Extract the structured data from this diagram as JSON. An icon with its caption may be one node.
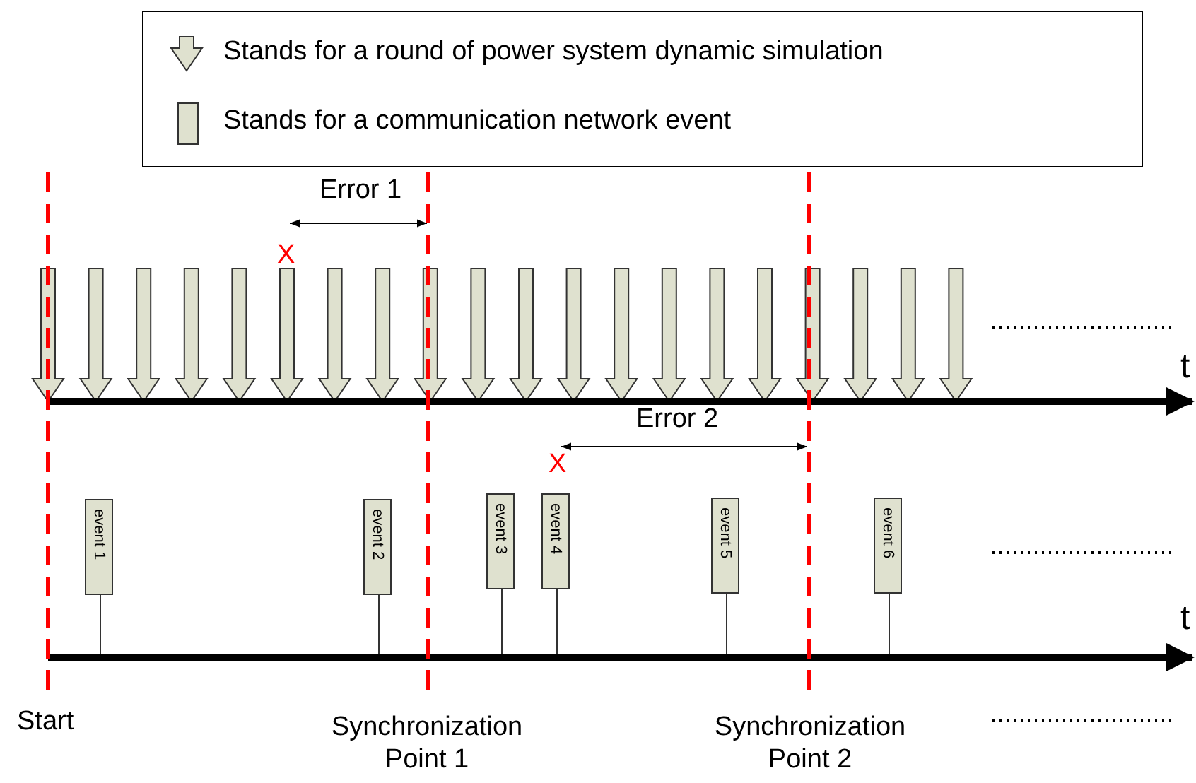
{
  "diagram": {
    "nodes": [
      {
        "text": [
          "event 1"
        ]
      },
      {
        "text": [
          "event 2"
        ]
      },
      {
        "text": [
          "event 3"
        ]
      },
      {
        "text": [
          "event 4"
        ]
      },
      {
        "text": [
          "event 5"
        ]
      },
      {
        "text": [
          "event 6"
        ]
      },
      {
        "text": [],
        "shape": "arrow",
        "beside": [
          "t"
        ]
      }
    ],
    "edges": [
      {
        "from": 0,
        "to": 6,
        "arrow": "none"
      },
      {
        "from": 1,
        "to": 6,
        "arrow": "none"
      },
      {
        "from": 2,
        "to": 6,
        "arrow": "none"
      },
      {
        "from": 3,
        "to": 6,
        "arrow": "none"
      },
      {
        "from": 4,
        "to": 6,
        "arrow": "none"
      },
      {
        "from": 5,
        "to": 6,
        "arrow": "none"
      }
    ],
    "labels": [
      "Error 1",
      "X",
      "t",
      "Error 2",
      "X",
      "Start",
      "Synchronization Point 1",
      "Synchronization Point 2"
    ],
    "legend": [
      {
        "text": "Stands for a round of power system dynamic simulation"
      },
      {
        "text": "Stands for a communication network event"
      }
    ]
  }
}
